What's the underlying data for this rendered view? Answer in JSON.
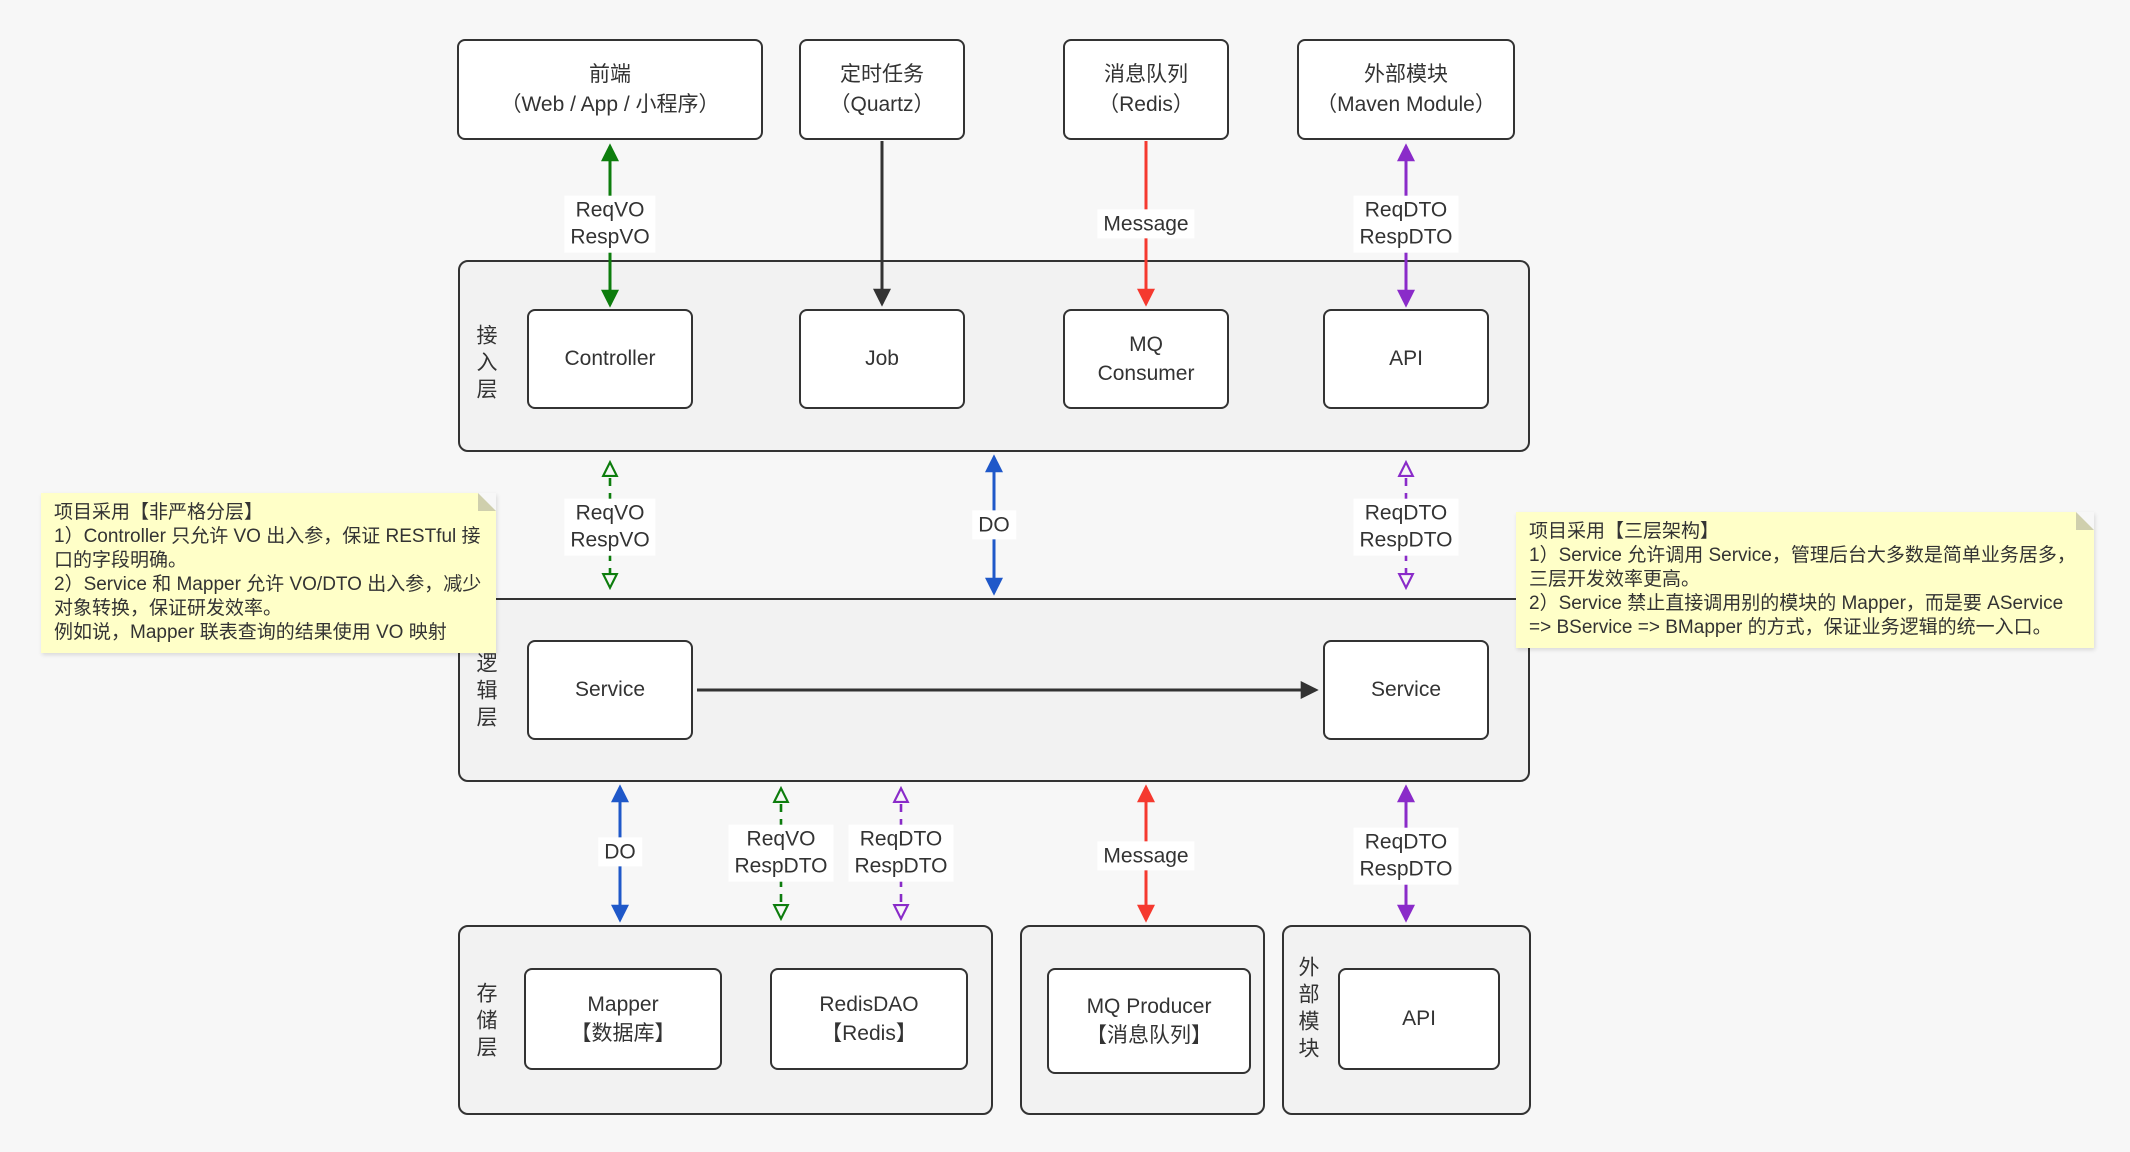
{
  "colors": {
    "page_bg": "#f7f7f7",
    "container_bg": "#f2f2f2",
    "node_bg": "#ffffff",
    "border": "#333333",
    "green": "#0d7d0d",
    "red": "#f5392f",
    "purple": "#8a2bc9",
    "blue": "#1f58c9",
    "black": "#333333",
    "note_bg": "#ffffc8"
  },
  "top_boxes": {
    "frontend": "前端\n（Web / App / 小程序）",
    "quartz": "定时任务\n（Quartz）",
    "mq": "消息队列\n（Redis）",
    "external": "外部模块\n（Maven Module）"
  },
  "access_layer": {
    "label": "接入层",
    "boxes": {
      "controller": "Controller",
      "job": "Job",
      "mq_consumer": "MQ\nConsumer",
      "api": "API"
    }
  },
  "logic_layer": {
    "label": "逻辑层",
    "boxes": {
      "service_left": "Service",
      "service_right": "Service"
    }
  },
  "storage_layer": {
    "label": "存储层",
    "boxes": {
      "mapper": "Mapper\n【数据库】",
      "redis_dao": "RedisDAO\n【Redis】"
    }
  },
  "producer_group": {
    "mq_producer": "MQ Producer\n【消息队列】"
  },
  "external_module": {
    "label": "外部模块",
    "boxes": {
      "api": "API"
    }
  },
  "arrow_labels": {
    "top_green": "ReqVO\nRespVO",
    "top_message": "Message",
    "top_purple": "ReqDTO\nRespDTO",
    "mid_green": "ReqVO\nRespVO",
    "mid_do": "DO",
    "mid_purple": "ReqDTO\nRespDTO",
    "bottom_do": "DO",
    "bottom_green": "ReqVO\nRespDTO",
    "bottom_purple": "ReqDTO\nRespDTO",
    "bottom_message": "Message",
    "bottom_purple_right": "ReqDTO\nRespDTO"
  },
  "notes": {
    "left": "项目采用【非严格分层】\n1）Controller 只允许 VO 出入参，保证 RESTful 接口的字段明确。\n2）Service 和 Mapper 允许 VO/DTO 出入参，减少对象转换，保证研发效率。\n例如说，Mapper 联表查询的结果使用 VO 映射",
    "right": "项目采用【三层架构】\n1）Service 允许调用 Service，管理后台大多数是简单业务居多，三层开发效率更高。\n2）Service 禁止直接调用别的模块的 Mapper，而是要 AService => BService => BMapper 的方式，保证业务逻辑的统一入口。"
  }
}
